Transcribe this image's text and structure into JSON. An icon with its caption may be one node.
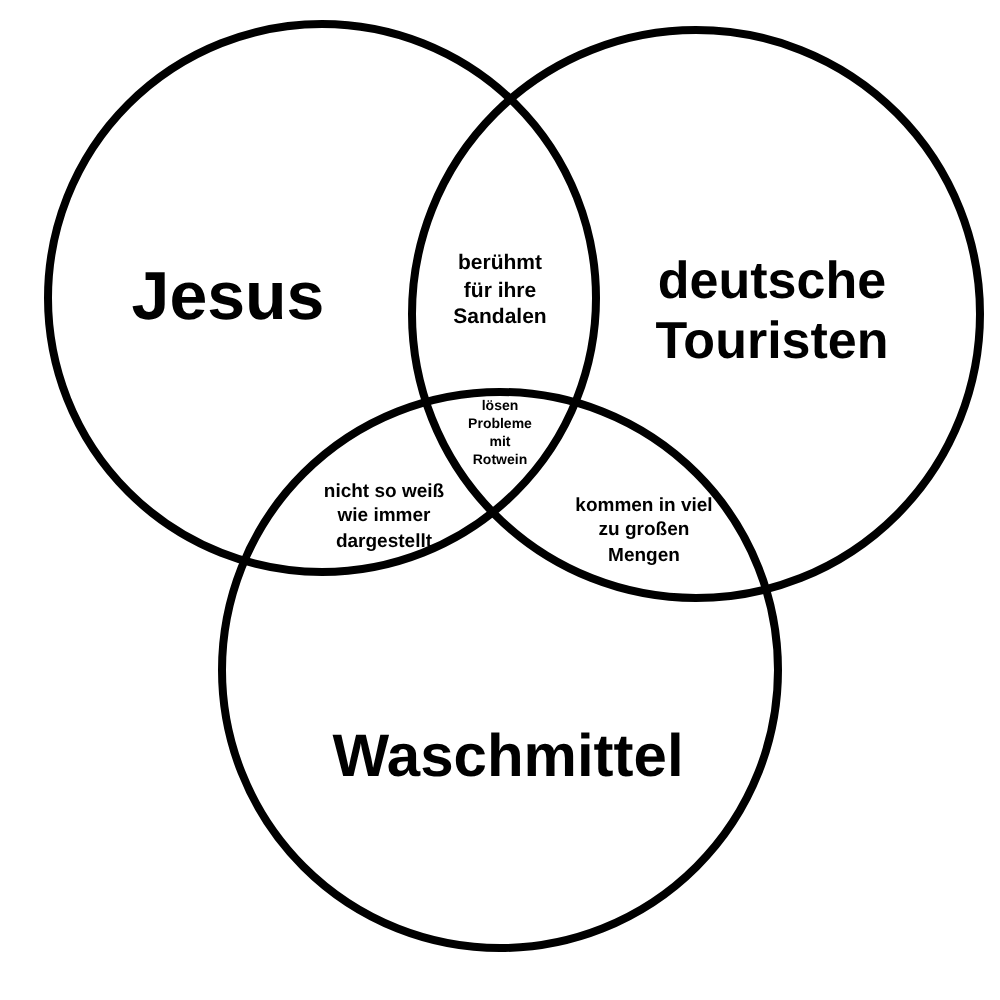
{
  "diagram": {
    "nodes": [
      {
        "text": [
          "Jesus"
        ]
      },
      {
        "text": [
          "deutsche Touristen"
        ]
      },
      {
        "text": [
          "Waschmittel"
        ]
      }
    ],
    "labels": [
      "berühmt für ihre Sandalen",
      "lösen Probleme mit Rotwein",
      "nicht so weiß wie immer dargestellt",
      "kommen in viel zu großen Mengen"
    ]
  }
}
